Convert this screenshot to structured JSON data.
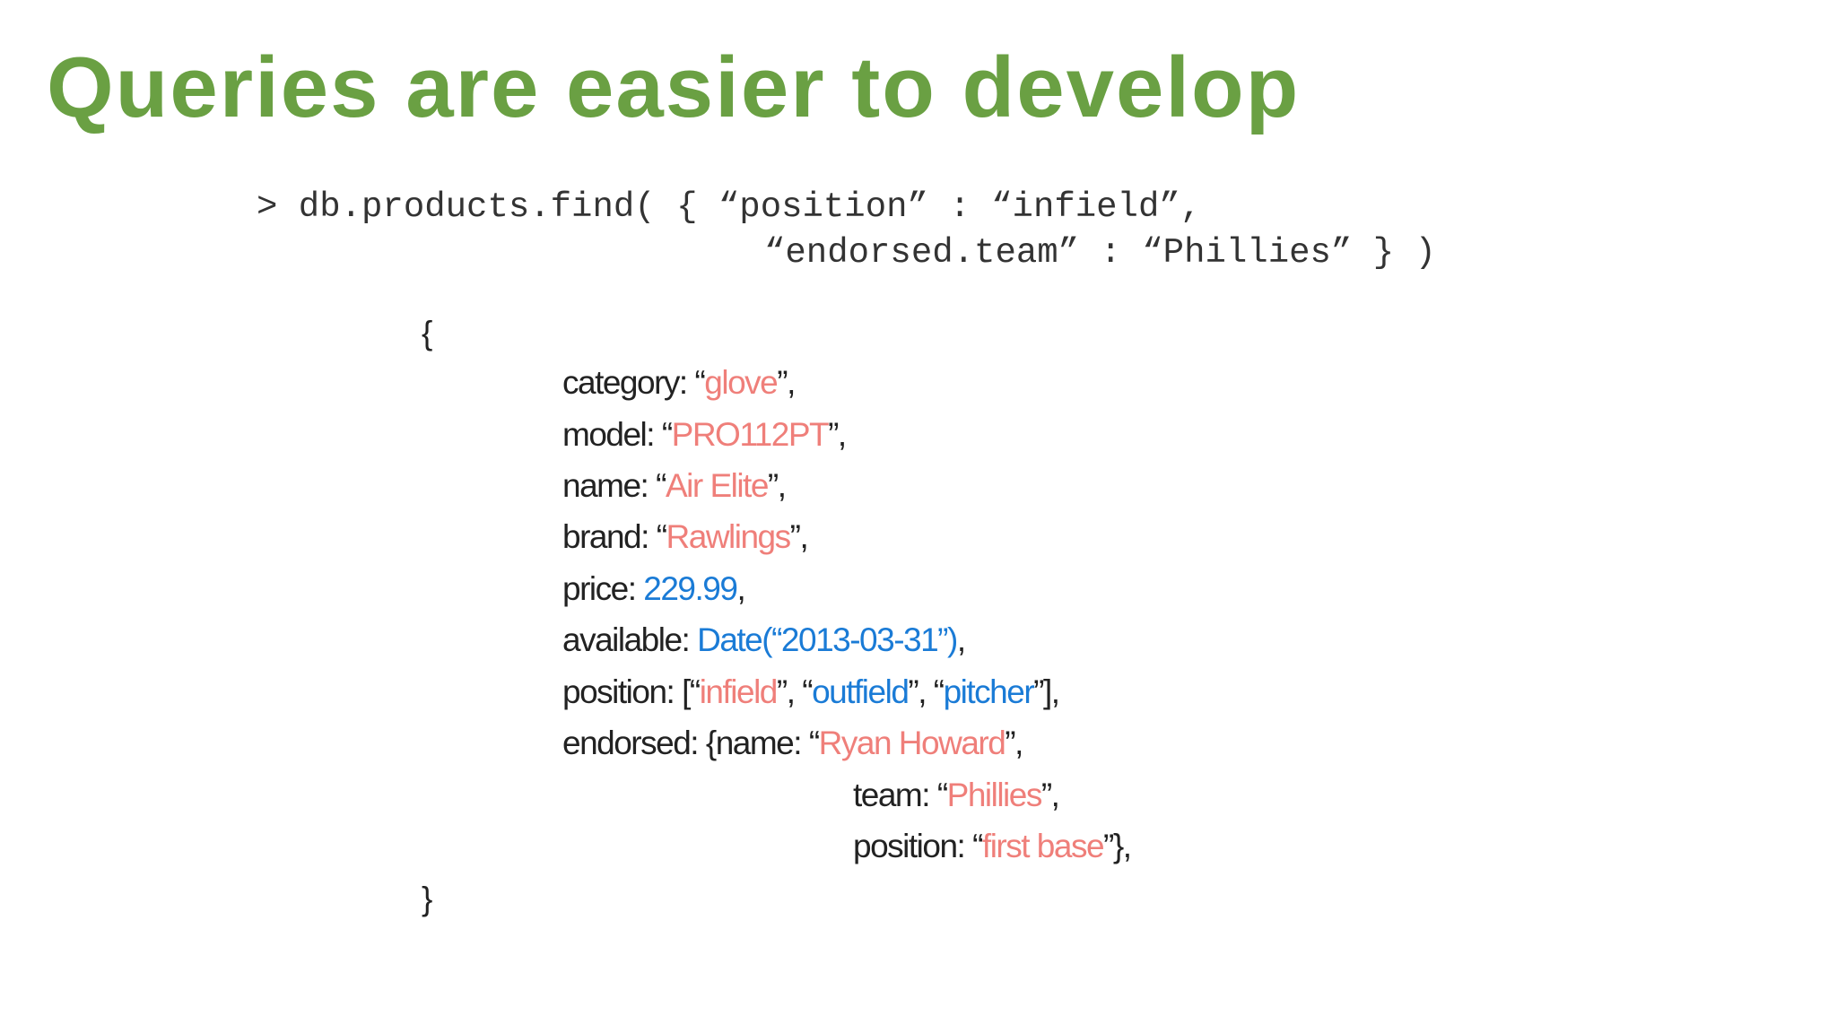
{
  "slide": {
    "title": "Queries are easier to develop",
    "query": {
      "line1": "> db.products.find( { “position” : “infield”,",
      "line2": "“endorsed.team” : “Phillies” } )"
    },
    "document": {
      "open_brace": "{",
      "close_brace": "}",
      "category": {
        "key": "category: “",
        "value": "glove",
        "suffix": "”,"
      },
      "model": {
        "key": "model: “",
        "value": "PRO112PT",
        "suffix": "”,"
      },
      "name": {
        "key": "name: “",
        "value": "Air Elite",
        "suffix": "”,"
      },
      "brand": {
        "key": "brand: “",
        "value": "Rawlings",
        "suffix": "”,"
      },
      "price": {
        "key": "price: ",
        "value": "229.99",
        "suffix": ","
      },
      "available": {
        "key": "available: ",
        "value": "Date(“2013-03-31”)",
        "suffix": ","
      },
      "position": {
        "key": "position: [“",
        "v1": "infield",
        "sep1": "”, “",
        "v2": "outfield",
        "sep2": "”, “",
        "v3": "pitcher",
        "suffix": "”],"
      },
      "endorsed": {
        "key": "endorsed: {name: “",
        "name_value": "Ryan Howard",
        "name_suffix": "”,",
        "team_key": "team: “",
        "team_value": "Phillies",
        "team_suffix": "”,",
        "position_key": "position: “",
        "position_value": "first base",
        "position_suffix": "”},"
      }
    },
    "colors": {
      "title": "#6aa043",
      "string_value": "#ef7f7a",
      "number_value": "#1a7bd6",
      "key_text": "#222222",
      "code_text": "#333333"
    }
  }
}
